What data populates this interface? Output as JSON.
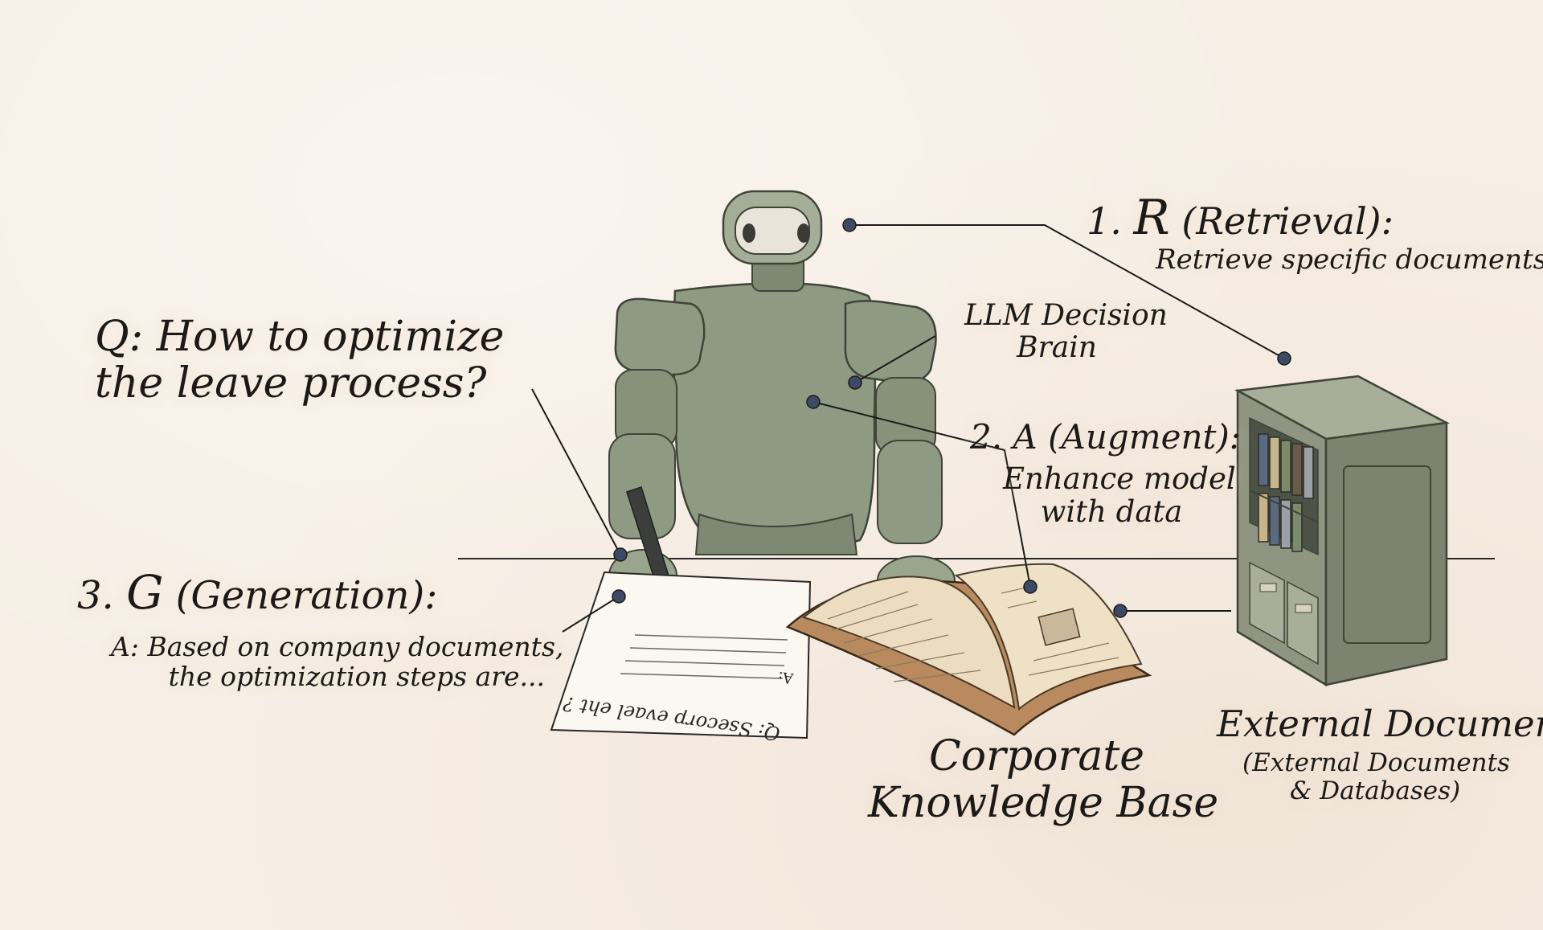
{
  "labels": {
    "question": "Q: How to optimize the leave process?",
    "retrieval_title_num": "1.",
    "retrieval_title_letter": "R",
    "retrieval_title_rest": "(Retrieval):",
    "retrieval_desc": "Retrieve specific documents",
    "llm_brain_line1": "LLM Decision",
    "llm_brain_line2": "Brain",
    "augment_title": "2. A (Augment):",
    "augment_desc_line1": "Enhance model",
    "augment_desc_line2": "with data",
    "generation_title_num": "3.",
    "generation_title_letter": "G",
    "generation_title_rest": "(Generation):",
    "generation_desc_line1": "A: Based on company documents,",
    "generation_desc_line2": "the optimization steps are...",
    "knowledge_base_line1": "Corporate",
    "knowledge_base_line2": "Knowledge Base",
    "external_title": "External Documents",
    "external_desc_line1": "(External Documents",
    "external_desc_line2": "& Databases)",
    "paper_question": "Q: Ssecorp evael eht ?",
    "paper_answer": "A:"
  },
  "colors": {
    "background": "#f7efe6",
    "robot": "#8e9a82",
    "robot_dark": "#6f7a64",
    "book_page": "#ecdcc0",
    "book_cover": "#b98a5e",
    "shelf": "#8f9580",
    "ink": "#1b1a18",
    "callout_dot": "#3d4a66"
  },
  "icons": [
    "robot-figure",
    "pen-icon",
    "open-book-icon",
    "bookshelf-icon",
    "answer-sheet"
  ]
}
